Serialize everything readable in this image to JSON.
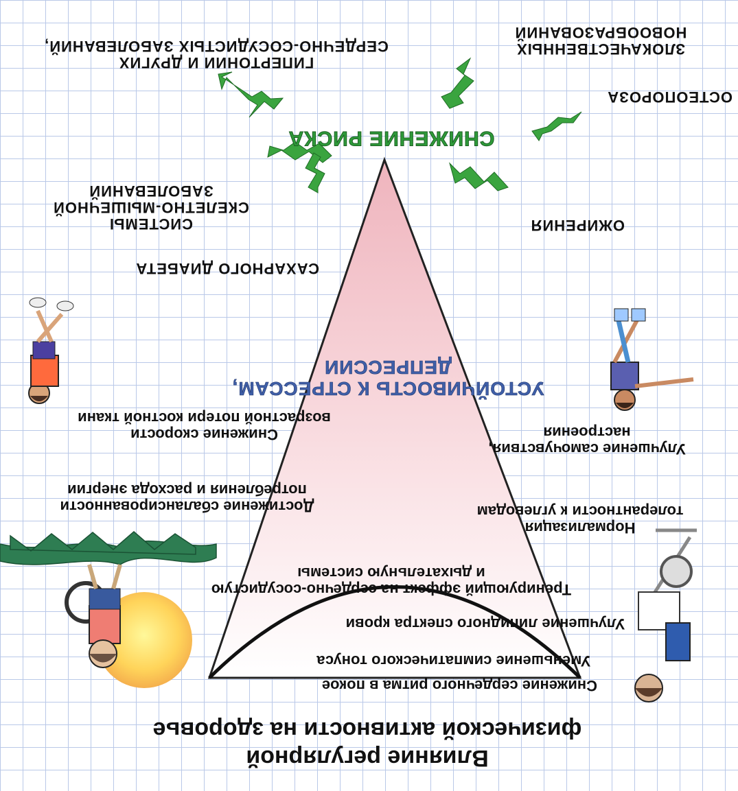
{
  "title": {
    "line1": "Влияние регулярной",
    "line2": "физической активности на здоровье"
  },
  "risk_reduction": {
    "heading": "СНИЖЕНИЕ РИСКА",
    "items": {
      "cardio": [
        "СЕРДЕЧНО-СОСУДИСТЫХ ЗАБОЛЕВАНИЙ,",
        "ГИПЕРТОНИИ И ДРУГИХ"
      ],
      "neoplasms": [
        "НОВООБРАЗОВАНИЙ",
        "ЗЛОКАЧЕСТВЕННЫХ"
      ],
      "osteoporosis": "ОСТЕОПОРОЗА",
      "musculoskeletal": [
        "ЗАБОЛЕВАНИЙ",
        "СКЕЛЕТНО-МЫШЕЧНОЙ",
        "СИСТЕМЫ"
      ],
      "obesity": "ОЖИРЕНИЯ",
      "diabetes": "САХАРНОГО ДИАБЕТА"
    }
  },
  "stress": [
    "УСТОЙЧИВОСТЬ К СТРЕССАМ,",
    "ДЕПРЕССИИ"
  ],
  "benefits": {
    "heart_rate": "Снижение сердечного ритма в покое",
    "sympathetic": "Уменьшение симпатического тонуса",
    "lipid": "Улучшение липидного спектра крови",
    "training": [
      "Тренирующий эффект на сердечно-сосудистую",
      "и дыхательную системы"
    ],
    "bone": [
      "Снижение скорости",
      "возрастной потери костной ткани"
    ],
    "energy": [
      "Достижение сбалансированности",
      "потребления и расхода энергии"
    ],
    "wellbeing": [
      "Улучшение самочувствия,",
      "настроения"
    ],
    "carbs": [
      "Нормализация",
      "толерантности к углеводам"
    ]
  },
  "colors": {
    "green_text": "#2e9a3a",
    "blue_text": "#3f5fa8",
    "pyramid_top": "#f3bcc4",
    "pyramid_bottom": "#ffffff",
    "grid": "#b9c8e8"
  }
}
